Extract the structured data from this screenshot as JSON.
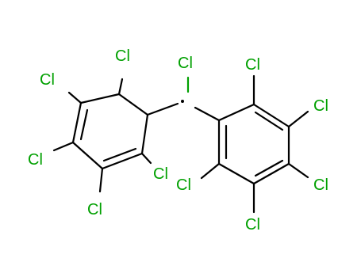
{
  "molecule": {
    "central_atom": "C",
    "radical": true,
    "colors": {
      "bond": "#000000",
      "chlorine": "#00a000",
      "background": "#ffffff"
    },
    "labels": {
      "central_cl": "Cl",
      "left_ring": [
        "Cl",
        "Cl",
        "Cl",
        "Cl",
        "Cl"
      ],
      "right_ring": [
        "Cl",
        "Cl",
        "Cl",
        "Cl",
        "Cl"
      ]
    }
  }
}
